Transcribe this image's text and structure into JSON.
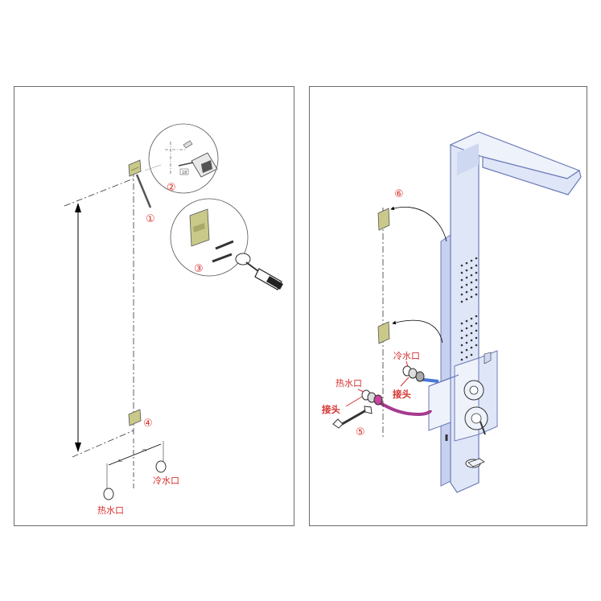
{
  "colors": {
    "accent_red": "#d6322f",
    "bracket_fill": "#c9c98a",
    "panel_blue": "#dfe6f7",
    "panel_stroke": "#6b7bb8",
    "hot_pipe": "#a63a8e",
    "cold_pipe": "#4a77d4"
  },
  "left_panel": {
    "steps": {
      "s1": "①",
      "s2": "②",
      "s3": "③",
      "s4": "④"
    },
    "labels": {
      "hot_outlet": "热水口",
      "cold_outlet": "冷水口",
      "equal_a": "=",
      "equal_b": "=",
      "depth_tag": "18"
    },
    "icons": [
      "drill-icon",
      "screwdriver-icon",
      "screw-icon",
      "wall-bracket-icon",
      "water-outlet-icon"
    ]
  },
  "right_panel": {
    "steps": {
      "s5": "⑤",
      "s6": "⑥"
    },
    "labels": {
      "cold_outlet": "冷水口",
      "hot_outlet": "热水口",
      "connector_left": "接头",
      "connector_right": "接头"
    },
    "icons": [
      "shower-panel-icon",
      "wrench-icon",
      "connector-icon",
      "wall-bracket-icon",
      "hose-icon"
    ]
  }
}
